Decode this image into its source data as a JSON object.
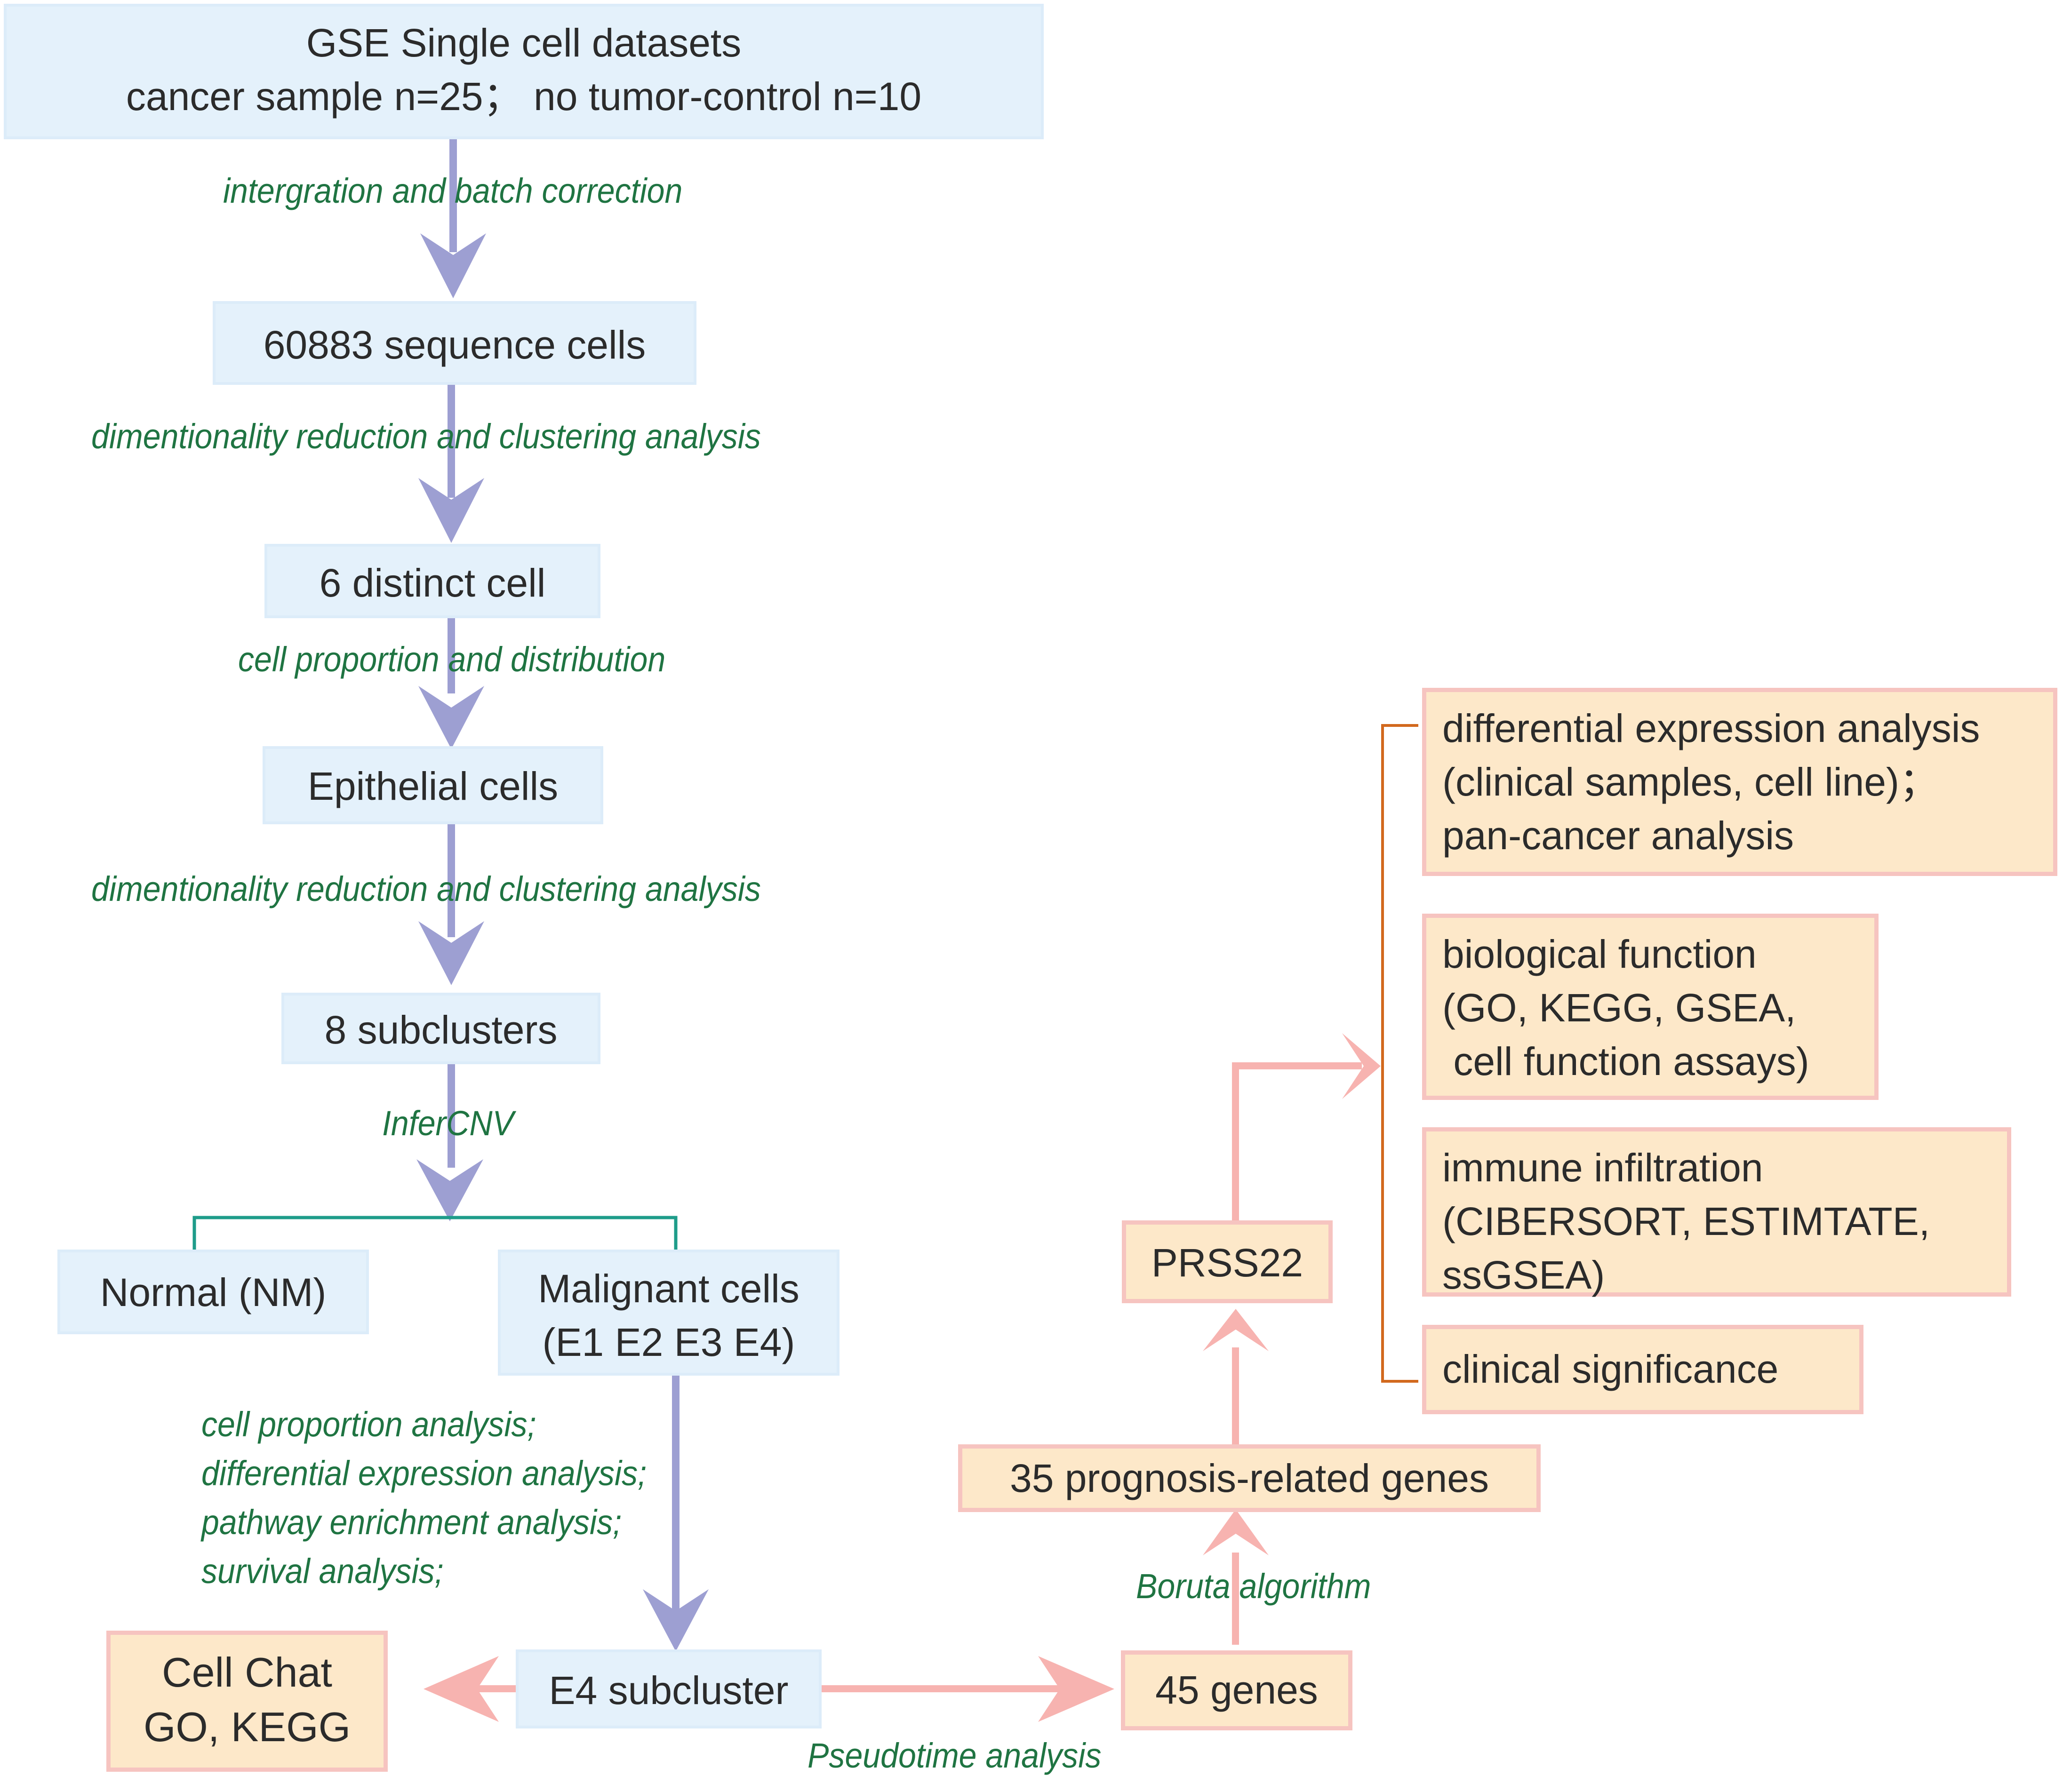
{
  "boxes": {
    "gse": {
      "lines": [
        "GSE Single cell datasets",
        "cancer sample n=25；  no  tumor-control n=10"
      ]
    },
    "seq": {
      "text": "60883 sequence cells"
    },
    "distinct": {
      "text": "6 distinct cell"
    },
    "epithelial": {
      "text": "Epithelial cells"
    },
    "subclusters": {
      "text": "8 subclusters"
    },
    "normal": {
      "text": "Normal (NM)"
    },
    "malignant": {
      "lines": [
        "Malignant cells",
        "(E1 E2 E3 E4)"
      ]
    },
    "e4": {
      "text": "E4 subcluster"
    },
    "cellchat": {
      "lines": [
        "Cell Chat",
        "GO, KEGG"
      ]
    },
    "genes45": {
      "text": "45 genes"
    },
    "genes35": {
      "text": "35 prognosis-related genes"
    },
    "prss22": {
      "text": "PRSS22"
    },
    "diffexp": {
      "lines": [
        "differential expression analysis",
        "(clinical samples, cell line)；",
        "pan-cancer analysis"
      ]
    },
    "bio": {
      "lines": [
        "biological function",
        "(GO, KEGG, GSEA,",
        " cell function assays)"
      ]
    },
    "immune": {
      "lines": [
        "immune infiltration",
        "(CIBERSORT, ESTIMTATE,",
        "ssGSEA)"
      ]
    },
    "clinical": {
      "text": "clinical significance"
    }
  },
  "labels": {
    "integration": "intergration and batch correction",
    "dimred1": "dimentionality reduction and clustering analysis",
    "proportion": "cell proportion and distribution",
    "dimred2": "dimentionality reduction and clustering analysis",
    "infercnv": "InferCNV",
    "analyses": [
      "cell proportion analysis;",
      "differential expression analysis;",
      "pathway enrichment analysis;",
      "survival analysis;"
    ],
    "boruta": "Boruta algorithm",
    "pseudotime": "Pseudotime analysis"
  },
  "colors": {
    "blue_arrow": "#9d9fd2",
    "pink_arrow": "#f7b3b0",
    "teal_bracket": "#1e9c8a",
    "orange_bracket": "#d2691e",
    "label_green": "#1f7442",
    "blue_box": "#e4f1fb",
    "orange_box": "#fde8c9"
  }
}
